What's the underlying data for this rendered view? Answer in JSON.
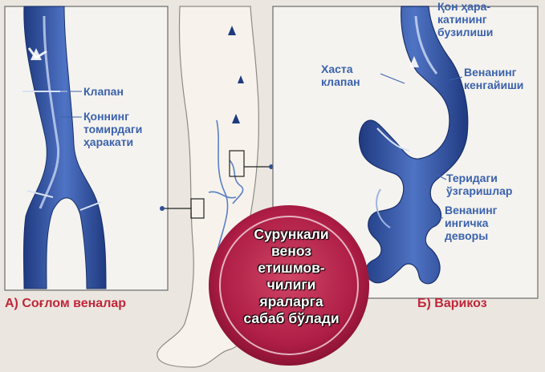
{
  "left_panel": {
    "labels": {
      "valve": "Клапан",
      "flow": "Қоннинг\nтомирдаги\nҳаракати"
    },
    "caption": "А) Соғлом веналар"
  },
  "right_panel": {
    "labels": {
      "flow_disruption": "Қон ҳара-\nкатининг\nбузилиши",
      "diseased_valve": "Хаста\nклапан",
      "vein_dilation": "Венанинг\nкенгайиши",
      "skin_changes": "Теридаги\nўзгаришлар",
      "thin_wall": "Венанинг\nингичка\nдеворы"
    },
    "caption": "Б) Варикоз"
  },
  "badge": {
    "text": "Сурункали\nвеноз\nетишмов-\nчилиги\nяраларга\nсабаб бўлади"
  },
  "colors": {
    "vein_blue": "#2f4f9a",
    "vein_light": "#6f8fd0",
    "label_blue": "#3a62ad",
    "caption_red": "#c0263a",
    "badge_red": "#b01e44",
    "background": "#ebe7e0"
  }
}
